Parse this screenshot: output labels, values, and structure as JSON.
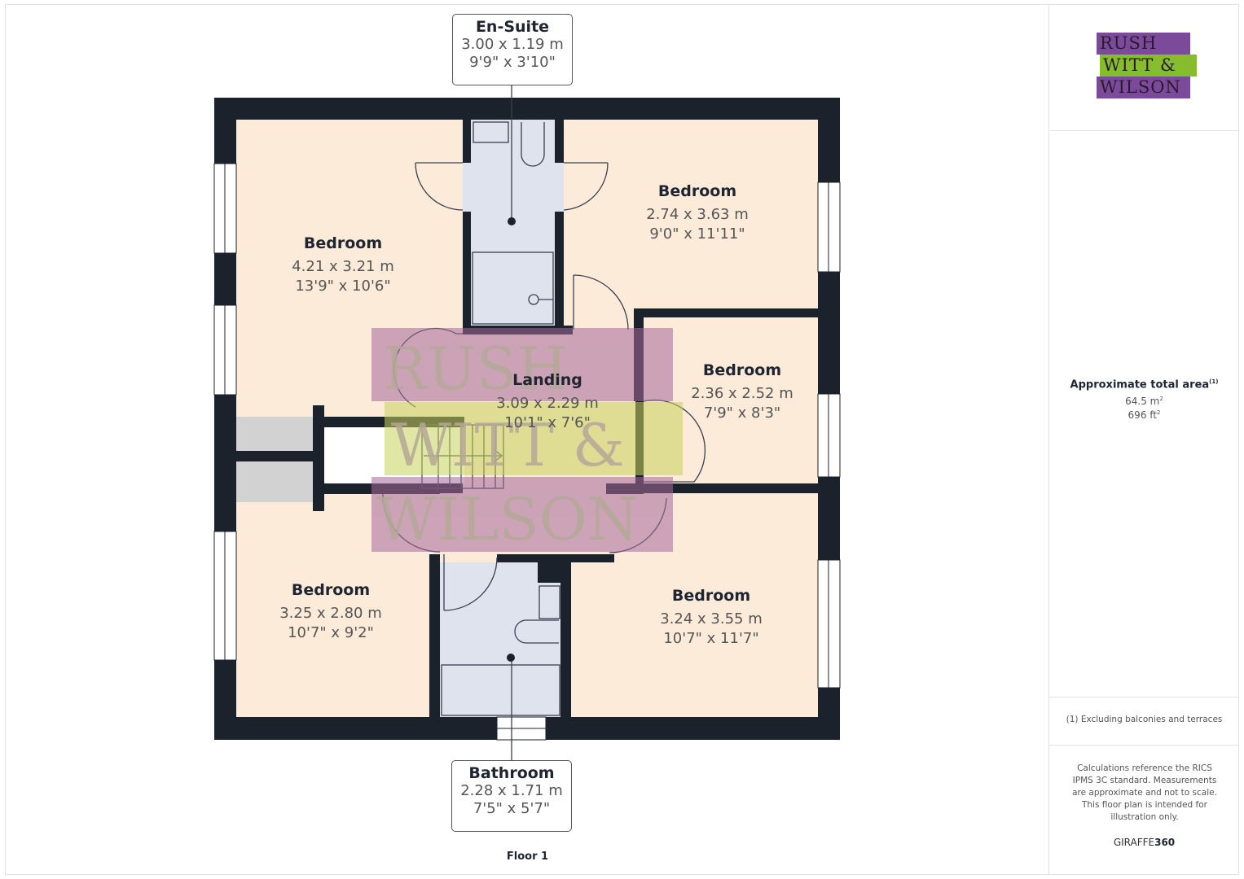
{
  "colors": {
    "wall": "#1c222c",
    "room_fill": "#fdebd9",
    "wet_fill": "#dfe3ee",
    "cupboard_fill": "#d2d2d2",
    "logo_purple": "#7c4a9a",
    "logo_green": "#85bd2e"
  },
  "logo": {
    "line1": "RUSH",
    "line2": "WITT &",
    "line3": "WILSON"
  },
  "watermark": {
    "line1": "RUSH",
    "line2": "WITT &",
    "line3": "WILSON"
  },
  "area": {
    "title": "Approximate total area",
    "footnote_marker": "(1)",
    "metric": "64.5 m",
    "imperial": "696 ft",
    "sq": "2"
  },
  "footnote": "(1) Excluding balconies and terraces",
  "disclaimer": "Calculations reference the RICS IPMS 3C standard. Measurements are approximate and not to scale. This floor plan is intended for illustration only.",
  "brand": {
    "prefix": "GIRAFFE",
    "suffix": "360"
  },
  "floor_label": "Floor 1",
  "rooms": {
    "bedroom_nw": {
      "name": "Bedroom",
      "metric": "4.21 x 3.21 m",
      "imperial": "13'9\" x 10'6\""
    },
    "bedroom_ne": {
      "name": "Bedroom",
      "metric": "2.74 x 3.63 m",
      "imperial": "9'0\" x 11'11\""
    },
    "bedroom_e": {
      "name": "Bedroom",
      "metric": "2.36 x 2.52 m",
      "imperial": "7'9\" x 8'3\""
    },
    "landing": {
      "name": "Landing",
      "metric": "3.09 x 2.29 m",
      "imperial": "10'1\" x 7'6\""
    },
    "bedroom_sw": {
      "name": "Bedroom",
      "metric": "3.25 x 2.80 m",
      "imperial": "10'7\" x 9'2\""
    },
    "bedroom_se": {
      "name": "Bedroom",
      "metric": "3.24 x 3.55 m",
      "imperial": "10'7\" x 11'7\""
    },
    "ensuite": {
      "name": "En-Suite",
      "metric": "3.00 x 1.19 m",
      "imperial": "9'9\" x 3'10\""
    },
    "bathroom": {
      "name": "Bathroom",
      "metric": "2.28 x 1.71 m",
      "imperial": "7'5\" x 5'7\""
    }
  }
}
